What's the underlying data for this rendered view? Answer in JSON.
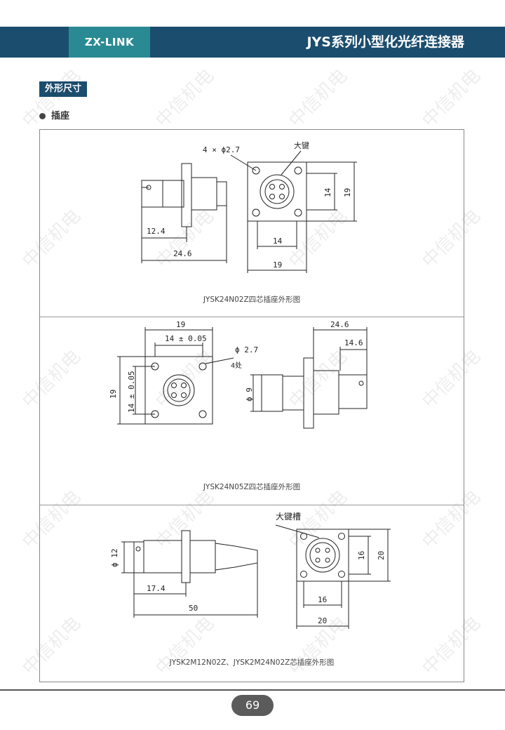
{
  "header": {
    "brand": "ZX-LINK",
    "series_title": "JYS系列小型化光纤连接器"
  },
  "section": {
    "tag": "外形尺寸",
    "bullet": "插座"
  },
  "watermark": "中信机电",
  "panels": [
    {
      "caption": "JYSK24N02Z四芯插座外形图",
      "side_dims": [
        "12.4",
        "24.6"
      ],
      "front_dims": [
        "4 × ϕ2.7",
        "大键",
        "14",
        "19",
        "14",
        "19"
      ]
    },
    {
      "caption": "JYSK24N05Z四芯插座外形图",
      "front_dims": [
        "19",
        "14 ± 0.05",
        "ϕ 2.7",
        "4处",
        "19",
        "14 ± 0.05"
      ],
      "side_dims": [
        "24.6",
        "14.6",
        "ϕ 9"
      ]
    },
    {
      "caption": "JYSK2M12N02Z、JYSK2M24N02Z芯插座外形图",
      "side_dims": [
        "ϕ 12",
        "17.4",
        "50"
      ],
      "front_dims": [
        "大键槽",
        "16",
        "20",
        "16",
        "20"
      ]
    }
  ],
  "footer": {
    "page_number": "69"
  }
}
